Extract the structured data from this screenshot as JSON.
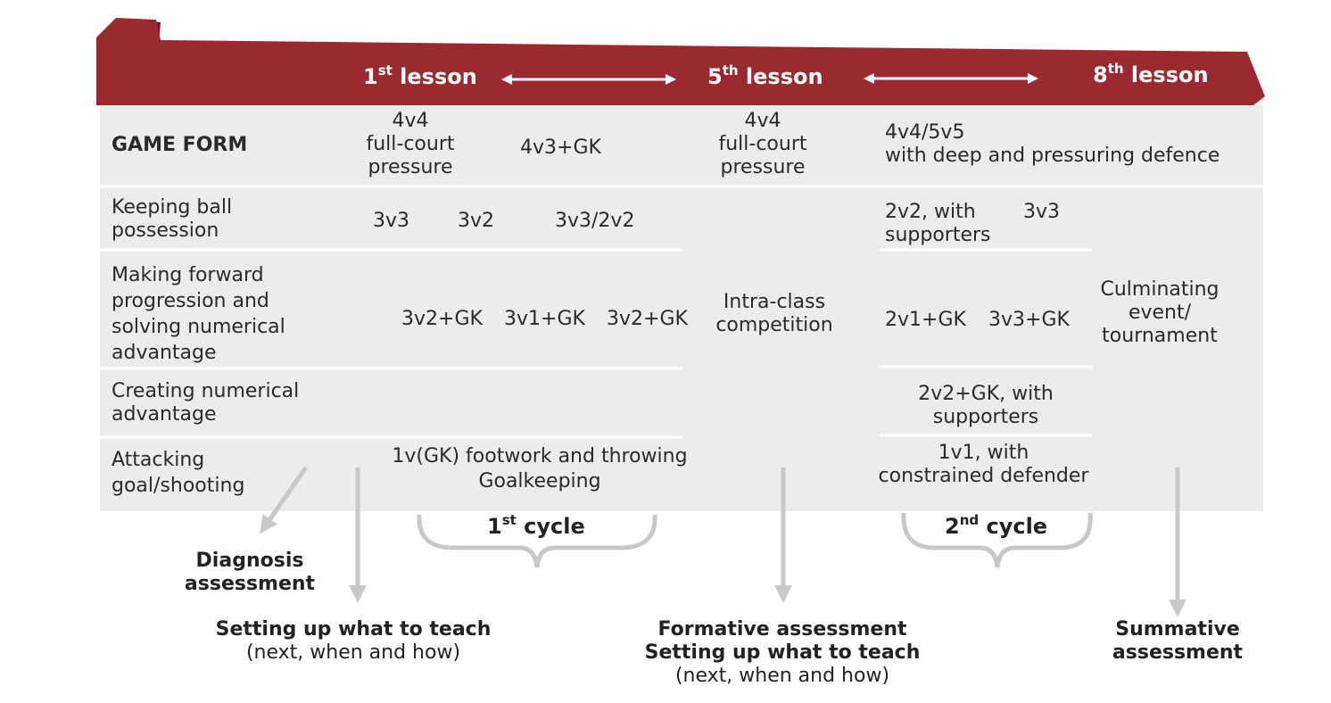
{
  "colors": {
    "banner": "#9b2a30",
    "banner_dark": "#6e1a1f",
    "panel": "#ececec",
    "divider": "#ffffff",
    "arrow": "#c8c8c8"
  },
  "lessons": {
    "first": {
      "num": "1",
      "sup": "st",
      "word": "lesson"
    },
    "fifth": {
      "num": "5",
      "sup": "th",
      "word": "lesson"
    },
    "eighth": {
      "num": "8",
      "sup": "th",
      "word": "lesson"
    }
  },
  "rows": {
    "game_form": "GAME FORM",
    "keeping": [
      "Keeping ball",
      "possession"
    ],
    "forward": [
      "Making forward",
      "progression and",
      "solving numerical",
      "advantage"
    ],
    "creating": [
      "Creating numerical",
      "advantage"
    ],
    "attacking": [
      "Attacking",
      "goal/shooting"
    ]
  },
  "cells": {
    "gf_1": [
      "4v4",
      "full-court",
      "pressure"
    ],
    "gf_2": "4v3+GK",
    "gf_3": [
      "4v4",
      "full-court",
      "pressure"
    ],
    "gf_4": [
      "4v4/5v5",
      "with deep and pressuring defence"
    ],
    "kp_1": "3v3",
    "kp_2": "3v2",
    "kp_3": "3v3/2v2",
    "kp_4": [
      "2v2, with",
      "supporters"
    ],
    "kp_5": "3v3",
    "fw_1": "3v2+GK",
    "fw_2": "3v1+GK",
    "fw_3": "3v2+GK",
    "intra": [
      "Intra-class",
      "competition"
    ],
    "fw_4": "2v1+GK",
    "fw_5": "3v3+GK",
    "culminating": [
      "Culminating",
      "event/",
      "tournament"
    ],
    "cr_1": [
      "2v2+GK, with",
      "supporters"
    ],
    "at_1": [
      "1v(GK) footwork and throwing",
      "Goalkeeping"
    ],
    "at_2": [
      "1v1, with",
      "constrained defender"
    ]
  },
  "cycles": {
    "first": {
      "num": "1",
      "sup": "st",
      "word": "cycle"
    },
    "second": {
      "num": "2",
      "sup": "nd",
      "word": "cycle"
    }
  },
  "assessments": {
    "diagnosis": [
      "Diagnosis",
      "assessment"
    ],
    "setting": {
      "title": "Setting up what to teach",
      "sub": "(next, when and how)"
    },
    "formative": {
      "title1": "Formative assessment",
      "title2": "Setting up what to teach",
      "sub": "(next, when and how)"
    },
    "summative": [
      "Summative",
      "assessment"
    ]
  }
}
